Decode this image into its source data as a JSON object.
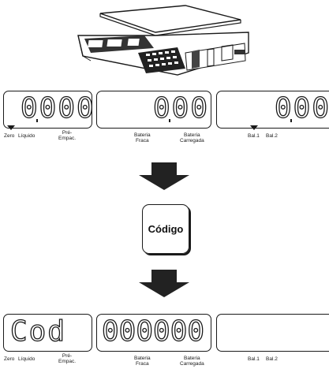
{
  "row1": {
    "panel1": {
      "display": "0000",
      "labels": {
        "zero": "Zero",
        "liquido": "Líquido",
        "pre_empac": "Pré-\nEmpac."
      }
    },
    "panel2": {
      "display": "000",
      "labels": {
        "bateria_fraca": "Bateria\nFraca",
        "bateria_carregada": "Bateria\nCarregada"
      }
    },
    "panel3": {
      "display": "000",
      "labels": {
        "bal1": "Bal.1",
        "bal2": "Bal.2"
      }
    }
  },
  "key": {
    "label": "Código"
  },
  "row2": {
    "panel1": {
      "display": "Cod",
      "labels": {
        "zero": "Zero",
        "liquido": "Líquido",
        "pre_empac": "Pré-\nEmpac."
      }
    },
    "panel2": {
      "display": "000000",
      "labels": {
        "bateria_fraca": "Bateria\nFraca",
        "bateria_carregada": "Bateria\nCarregada"
      }
    },
    "panel3": {
      "display": "",
      "labels": {
        "bal1": "Bal.1",
        "bal2": "Bal.2"
      }
    }
  },
  "colors": {
    "ink": "#1a1a1a",
    "arrow": "#222222"
  }
}
